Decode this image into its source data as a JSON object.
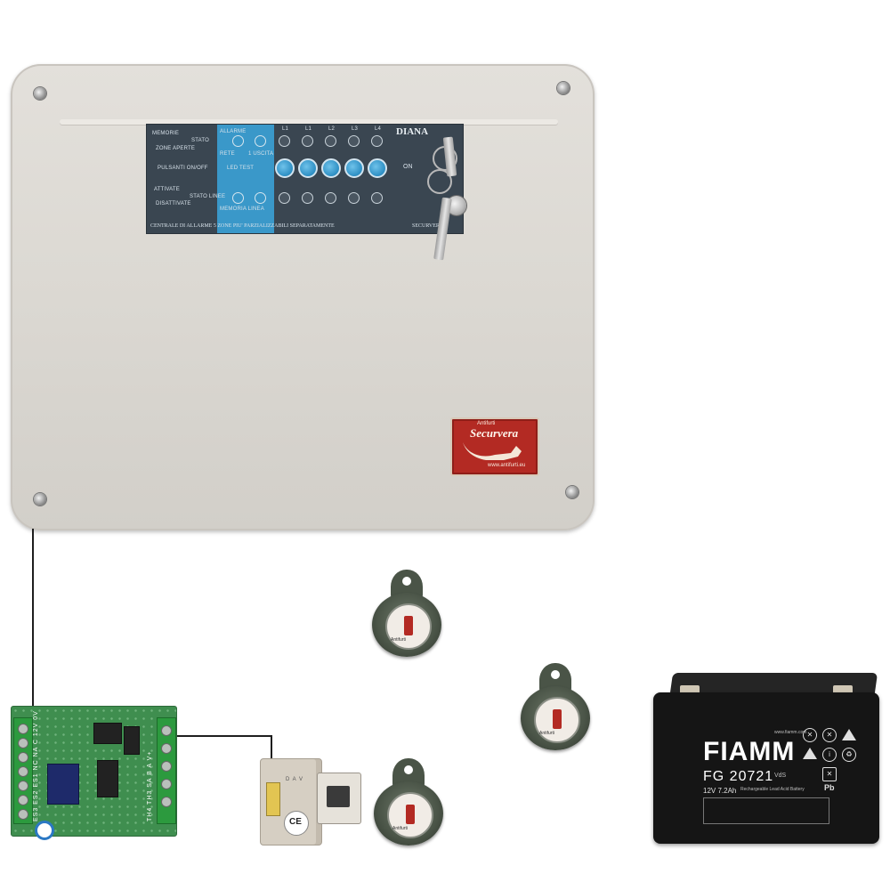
{
  "panel": {
    "model_name": "DIANA",
    "rows": [
      {
        "top": "MEMORIE",
        "bottom": "ZONE APERTE",
        "right": "STATO"
      },
      {
        "top": "PULSANTI ON/OFF",
        "left": "LED TEST"
      },
      {
        "top": "ATTIVATE",
        "bottom": "DISATTIVATE",
        "right": "STATO LINEE"
      }
    ],
    "strip_labels": {
      "s1": "ALLARME",
      "s2": "RETE",
      "s3": "1 USCITA",
      "s4": "MEMORIA LINEA"
    },
    "zone_labels": [
      "L1",
      "L1",
      "L2",
      "L3",
      "L4"
    ],
    "on_label": "ON",
    "bottom_text": "CENTRALE DI ALLARME 5 ZONE PIU' PARZIALIZZABILI SEPARATAMENTE",
    "bottom_brand": "SECURVERA"
  },
  "badge": {
    "brand": "Securvera",
    "small_top": "Antifurti",
    "url": "www.antifurti.eu"
  },
  "pcb": {
    "left_terminal": "ES3 ES2 ES1 NC NA C 12V 0V",
    "right_terminal": "TH4 TH3 SA B A V+"
  },
  "module": {
    "mark": "CE",
    "label": "D A V"
  },
  "fobs": [
    {
      "text": "Antifurti"
    },
    {
      "text": "Antifurti"
    },
    {
      "text": "Antifurti"
    }
  ],
  "battery": {
    "brand": "FIAMM",
    "model": "FG 20721",
    "spec": "12V 7.2Ah",
    "subtitle": "Rechargeable Lead Acid Battery",
    "web": "www.fiamm.com",
    "pb": "Pb",
    "vds": "VdS"
  }
}
